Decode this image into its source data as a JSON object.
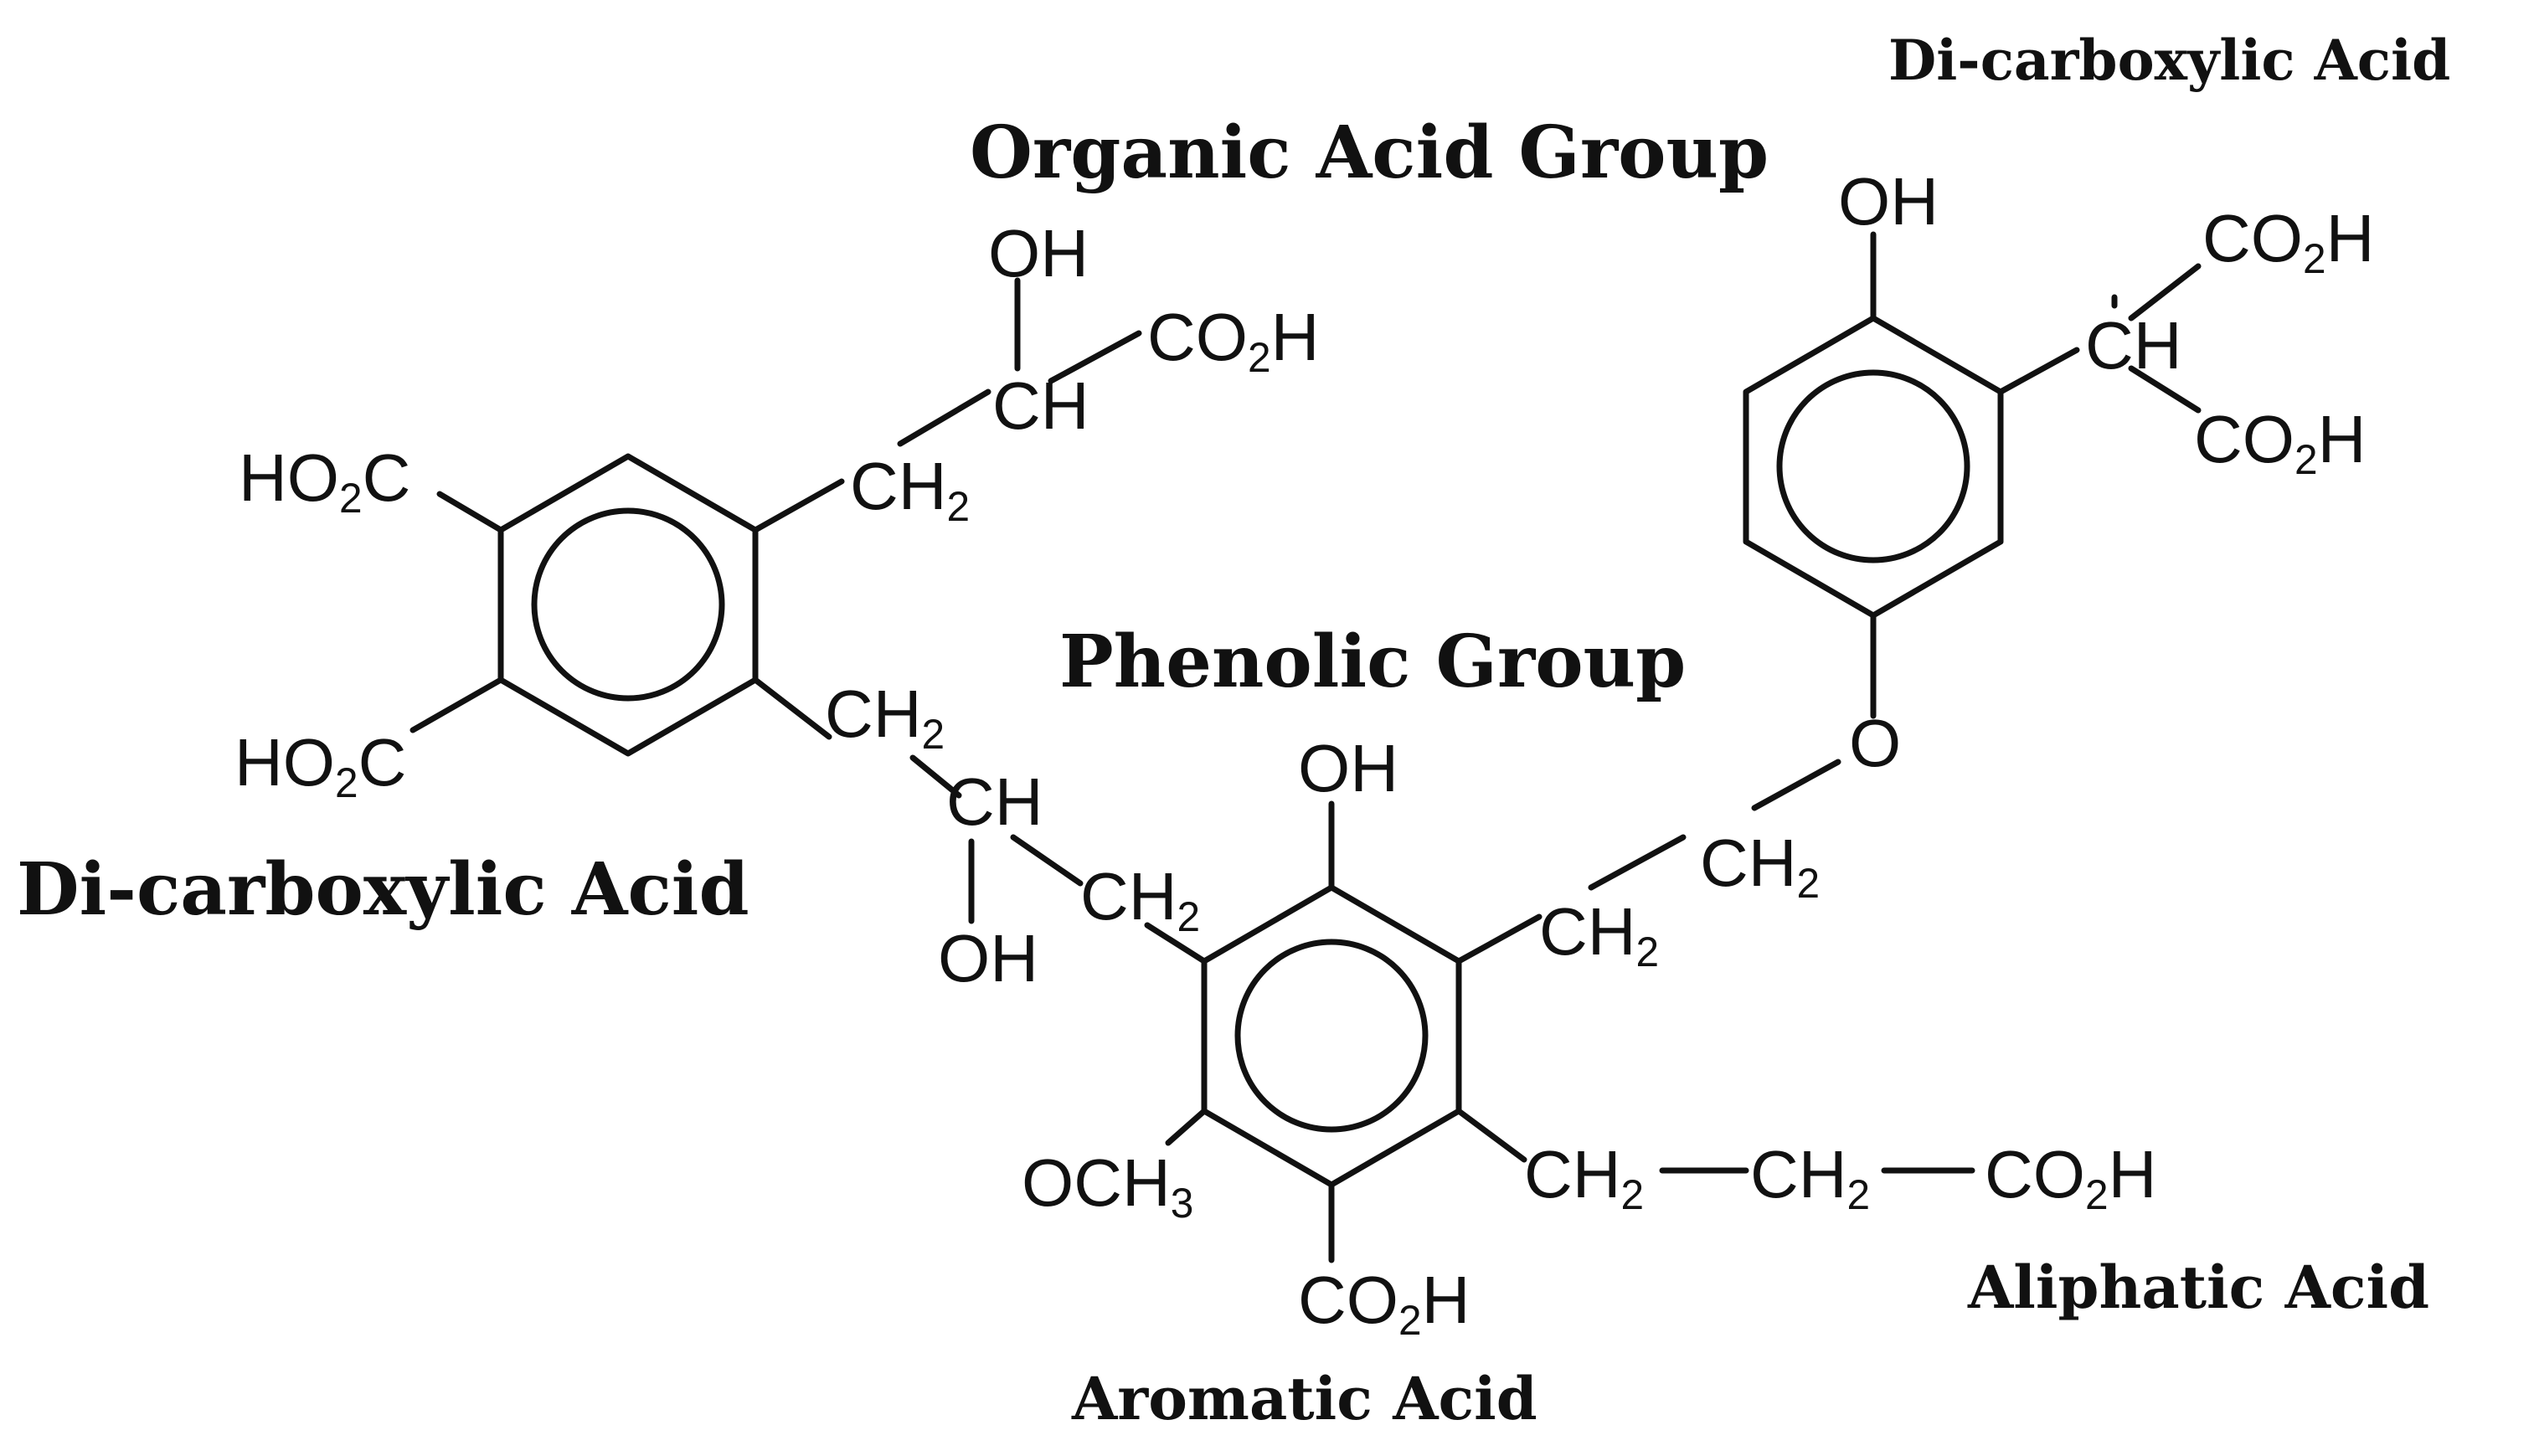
{
  "labels": {
    "organic_acid_group": "Organic Acid Group",
    "phenolic_group": "Phenolic Group",
    "dicarboxylic_acid_left": "Di-carboxylic Acid",
    "dicarboxylic_acid_right": "Di-carboxylic Acid",
    "aliphatic_acid": "Aliphatic Acid",
    "aromatic_acid": "Aromatic Acid"
  },
  "atoms": {
    "ho2c_top": {
      "a": "HO",
      "sub": "2",
      "b": "C"
    },
    "ho2c_bottom": {
      "a": "HO",
      "sub": "2",
      "b": "C"
    },
    "ch2_ring1": {
      "a": "CH",
      "sub": "2",
      "b": ""
    },
    "ch_ring1": {
      "a": "CH",
      "sub": "",
      "b": ""
    },
    "oh_ring1": {
      "a": "OH",
      "sub": "",
      "b": ""
    },
    "co2h_ring1": {
      "a": "CO",
      "sub": "2",
      "b": "H"
    },
    "ch2_chain_a": {
      "a": "CH",
      "sub": "2",
      "b": ""
    },
    "ch_chain": {
      "a": "CH",
      "sub": "",
      "b": ""
    },
    "oh_chain": {
      "a": "OH",
      "sub": "",
      "b": ""
    },
    "ch2_chain_b": {
      "a": "CH",
      "sub": "2",
      "b": ""
    },
    "oh_ring2": {
      "a": "OH",
      "sub": "",
      "b": ""
    },
    "ch2_ring2_a": {
      "a": "CH",
      "sub": "2",
      "b": ""
    },
    "ch2_ring2_b": {
      "a": "CH",
      "sub": "2",
      "b": ""
    },
    "och3": {
      "a": "OCH",
      "sub": "3",
      "b": ""
    },
    "co2h_aromatic": {
      "a": "CO",
      "sub": "2",
      "b": "H"
    },
    "ch2_aliph_a": {
      "a": "CH",
      "sub": "2",
      "b": ""
    },
    "ch2_aliph_b": {
      "a": "CH",
      "sub": "2",
      "b": ""
    },
    "co2h_aliph": {
      "a": "CO",
      "sub": "2",
      "b": "H"
    },
    "o_ether": {
      "a": "O",
      "sub": "",
      "b": ""
    },
    "oh_ring3": {
      "a": "OH",
      "sub": "",
      "b": ""
    },
    "ch_ring3": {
      "a": "CH",
      "sub": "",
      "b": ""
    },
    "co2h_ring3_top": {
      "a": "CO",
      "sub": "2",
      "b": "H"
    },
    "co2h_ring3_bottom": {
      "a": "CO",
      "sub": "2",
      "b": "H"
    }
  }
}
